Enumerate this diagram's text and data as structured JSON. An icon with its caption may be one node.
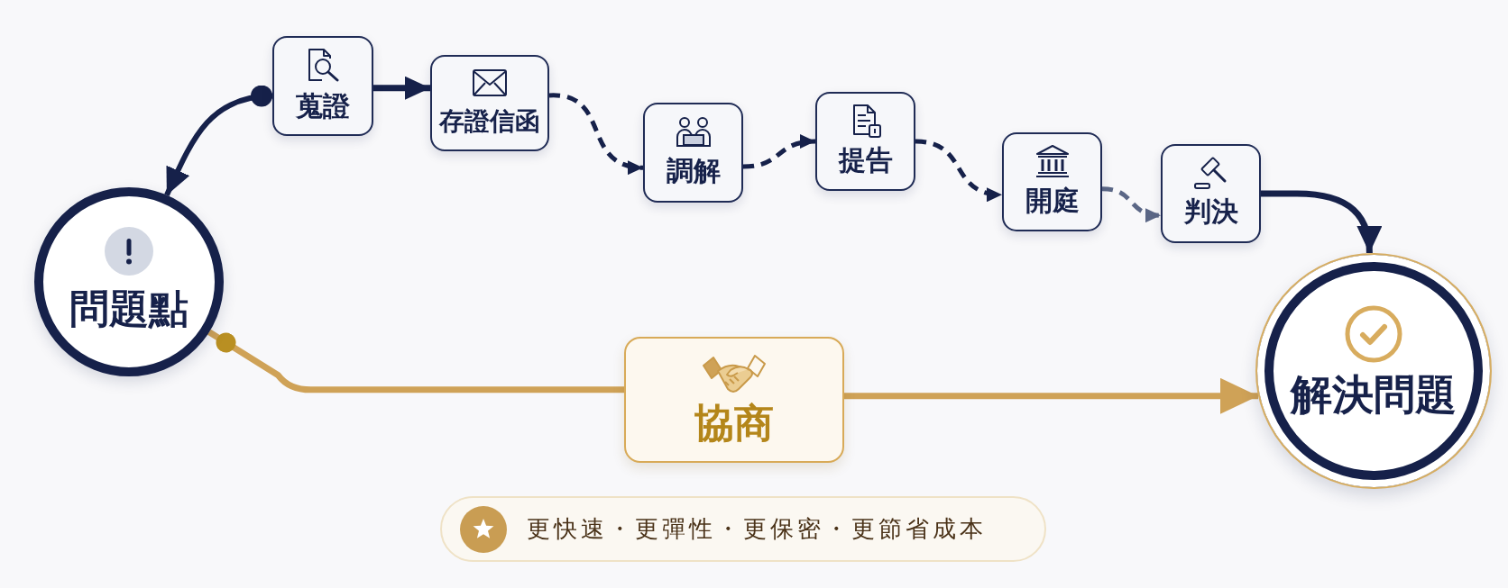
{
  "diagram": {
    "nodes": [
      {
        "text": [
          "問題點"
        ]
      },
      {
        "text": [
          "蒐證"
        ]
      },
      {
        "text": [
          "存證信函"
        ]
      },
      {
        "text": [
          "調解"
        ]
      },
      {
        "text": [
          "提告"
        ]
      },
      {
        "text": [
          "開庭"
        ]
      },
      {
        "text": [
          "判決"
        ]
      },
      {
        "text": [
          "解決問題"
        ]
      },
      {
        "text": [
          "協商"
        ]
      },
      {
        "text": [
          "更快速・更彈性・更保密・更節省成本"
        ]
      }
    ],
    "edges": [
      {
        "from": 1,
        "to": 0,
        "arrow": "to"
      },
      {
        "from": 1,
        "to": 2,
        "arrow": "to"
      },
      {
        "from": 2,
        "to": 3,
        "arrow": "to",
        "style": "dashed"
      },
      {
        "from": 3,
        "to": 4,
        "arrow": "to",
        "style": "dashed"
      },
      {
        "from": 4,
        "to": 5,
        "arrow": "to",
        "style": "dashed"
      },
      {
        "from": 5,
        "to": 6,
        "arrow": "to",
        "style": "dashed",
        "color": "#5b6786"
      },
      {
        "from": 6,
        "to": 7,
        "arrow": "to"
      },
      {
        "from": 0,
        "to": 8,
        "arrow": "other",
        "color": "#cfa257"
      },
      {
        "from": 8,
        "to": 7,
        "arrow": "to",
        "color": "#cfa257"
      }
    ]
  }
}
